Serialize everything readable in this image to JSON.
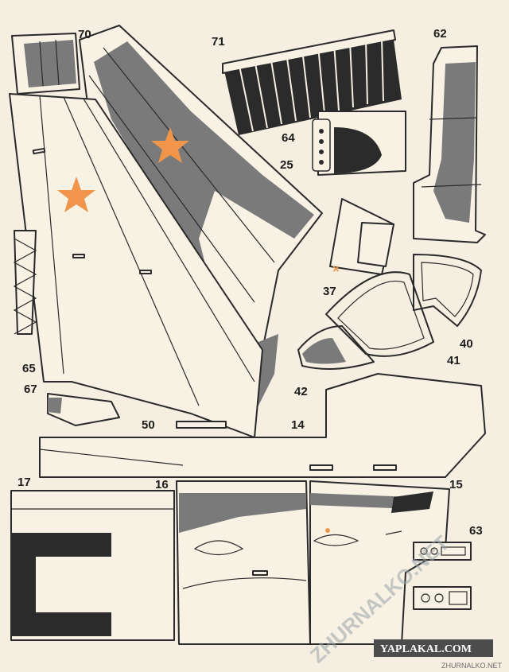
{
  "sheet": {
    "part_labels": [
      "70",
      "71",
      "62",
      "64",
      "25",
      "65",
      "37",
      "40",
      "41",
      "42",
      "67",
      "50",
      "14",
      "17",
      "16",
      "15",
      "63"
    ]
  },
  "watermarks": {
    "diagonal": "ZHURNALKO.NET",
    "badge": "YAPLAKAL.COM",
    "footer": "ZHURNALKO.NET"
  },
  "colors": {
    "paper": "#f4efe0",
    "ink": "#2a2a2a",
    "camo_gray": "#7a7a7a",
    "star_orange": "#f0954a"
  }
}
